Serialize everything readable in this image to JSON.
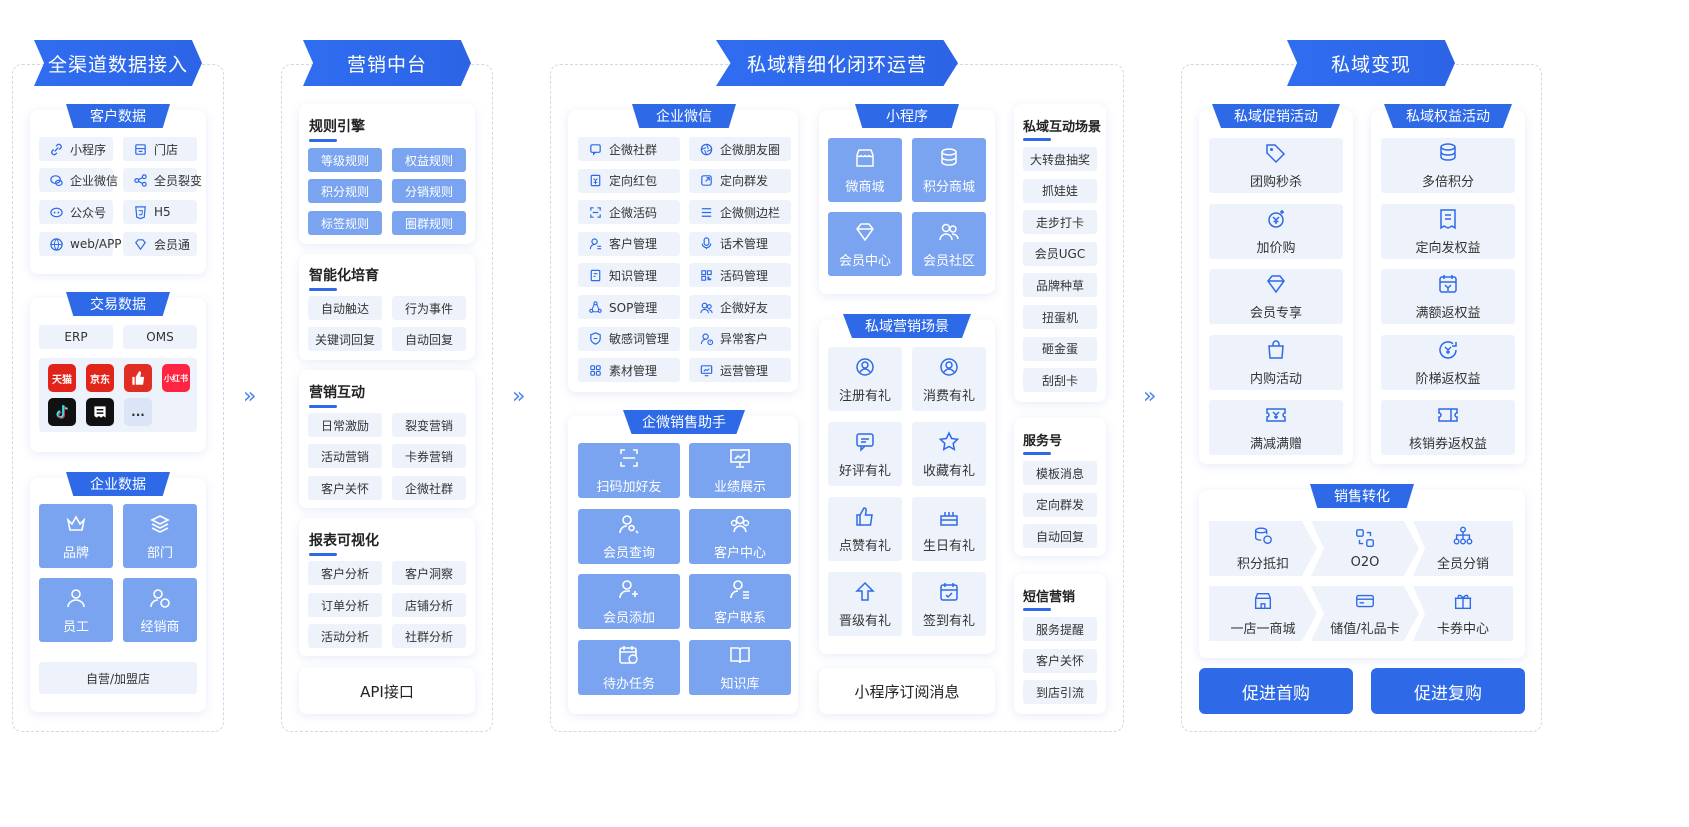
{
  "sections": {
    "s1": {
      "title": "全渠道数据接入"
    },
    "s2": {
      "title": "营销中台"
    },
    "s3": {
      "title": "私域精细化闭环运营"
    },
    "s4": {
      "title": "私域变现"
    }
  },
  "customer_data": {
    "tab": "客户数据",
    "items": [
      "小程序",
      "门店",
      "企业微信",
      "全员裂变",
      "公众号",
      "H5",
      "web/APP",
      "会员通"
    ]
  },
  "trade_data": {
    "tab": "交易数据",
    "items": [
      "ERP",
      "OMS"
    ],
    "logos": [
      "天猫",
      "京东",
      "拼多多",
      "小红书",
      "抖音",
      "快手",
      "..."
    ]
  },
  "enterprise_data": {
    "tab": "企业数据",
    "items": [
      "品牌",
      "部门",
      "员工",
      "经销商"
    ],
    "footer": "自营/加盟店"
  },
  "rules_engine": {
    "title": "规则引擎",
    "items": [
      "等级规则",
      "权益规则",
      "积分规则",
      "分销规则",
      "标签规则",
      "圈群规则"
    ]
  },
  "smart_cultivation": {
    "title": "智能化培育",
    "items": [
      "自动触达",
      "行为事件",
      "关键词回复",
      "自动回复"
    ]
  },
  "marketing_interaction": {
    "title": "营销互动",
    "items": [
      "日常激励",
      "裂变营销",
      "活动营销",
      "卡券营销",
      "客户关怀",
      "企微社群"
    ]
  },
  "report_visual": {
    "title": "报表可视化",
    "items": [
      "客户分析",
      "客户洞察",
      "订单分析",
      "店铺分析",
      "活动分析",
      "社群分析"
    ]
  },
  "api": {
    "label": "API接口"
  },
  "wecom": {
    "tab": "企业微信",
    "items": [
      "企微社群",
      "企微朋友圈",
      "定向红包",
      "定向群发",
      "企微活码",
      "企微侧边栏",
      "客户管理",
      "话术管理",
      "知识管理",
      "活码管理",
      "SOP管理",
      "企微好友",
      "敏感词管理",
      "异常客户",
      "素材管理",
      "运营管理"
    ]
  },
  "wecom_assistant": {
    "tab": "企微销售助手",
    "items": [
      "扫码加好友",
      "业绩展示",
      "会员查询",
      "客户中心",
      "会员添加",
      "客户联系",
      "待办任务",
      "知识库"
    ]
  },
  "mini_program": {
    "tab": "小程序",
    "items": [
      "微商城",
      "积分商城",
      "会员中心",
      "会员社区"
    ]
  },
  "private_scene": {
    "tab": "私域营销场景",
    "items": [
      "注册有礼",
      "消费有礼",
      "好评有礼",
      "收藏有礼",
      "点赞有礼",
      "生日有礼",
      "晋级有礼",
      "签到有礼"
    ]
  },
  "mini_subscribe": {
    "label": "小程序订阅消息"
  },
  "private_interaction": {
    "title": "私域互动场景",
    "items": [
      "大转盘抽奖",
      "抓娃娃",
      "走步打卡",
      "会员UGC",
      "品牌种草",
      "扭蛋机",
      "砸金蛋",
      "刮刮卡"
    ]
  },
  "service_account": {
    "title": "服务号",
    "items": [
      "模板消息",
      "定向群发",
      "自动回复"
    ]
  },
  "sms": {
    "title": "短信营销",
    "items": [
      "服务提醒",
      "客户关怀",
      "到店引流"
    ]
  },
  "promo": {
    "tab": "私域促销活动",
    "items": [
      "团购秒杀",
      "加价购",
      "会员专享",
      "内购活动",
      "满减满赠"
    ]
  },
  "rights": {
    "tab": "私域权益活动",
    "items": [
      "多倍积分",
      "定向发权益",
      "满额返权益",
      "阶梯返权益",
      "核销券返权益"
    ]
  },
  "sales": {
    "tab": "销售转化",
    "items": [
      "积分抵扣",
      "O2O",
      "全员分销",
      "一店一商城",
      "储值/礼品卡",
      "卡券中心"
    ]
  },
  "buttons": {
    "first": "促进首购",
    "repeat": "促进复购"
  },
  "chevrons": "»",
  "colors": {
    "primary": "#2e6ae8",
    "tile": "#7aa4f0",
    "light": "#eef3fb"
  }
}
